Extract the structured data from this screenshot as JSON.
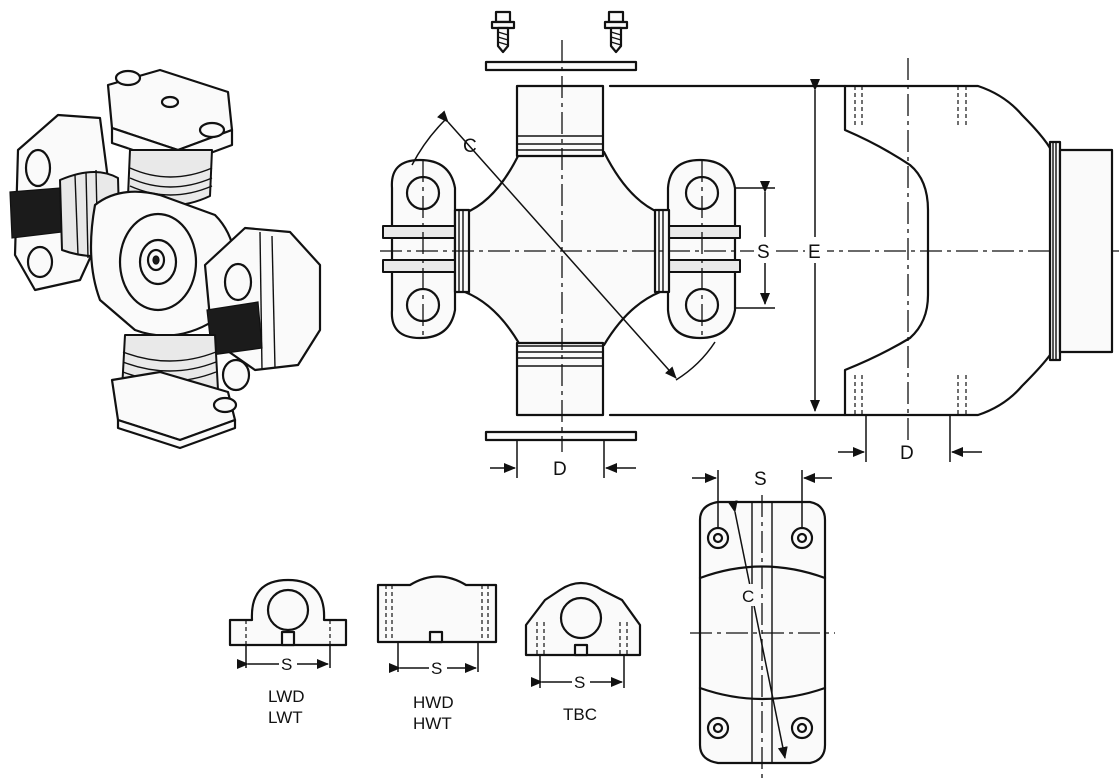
{
  "labels": {
    "top_c": "C",
    "top_s": "S",
    "top_e": "E",
    "top_d_left": "D",
    "top_d_right": "D",
    "cap_s": "S",
    "cap_c": "C",
    "lwd_s": "S",
    "lwd_line1": "LWD",
    "lwd_line2": "LWT",
    "hwd_s": "S",
    "hwd_line1": "HWD",
    "hwd_line2": "HWT",
    "tbc_s": "S",
    "tbc_line1": "TBC"
  }
}
